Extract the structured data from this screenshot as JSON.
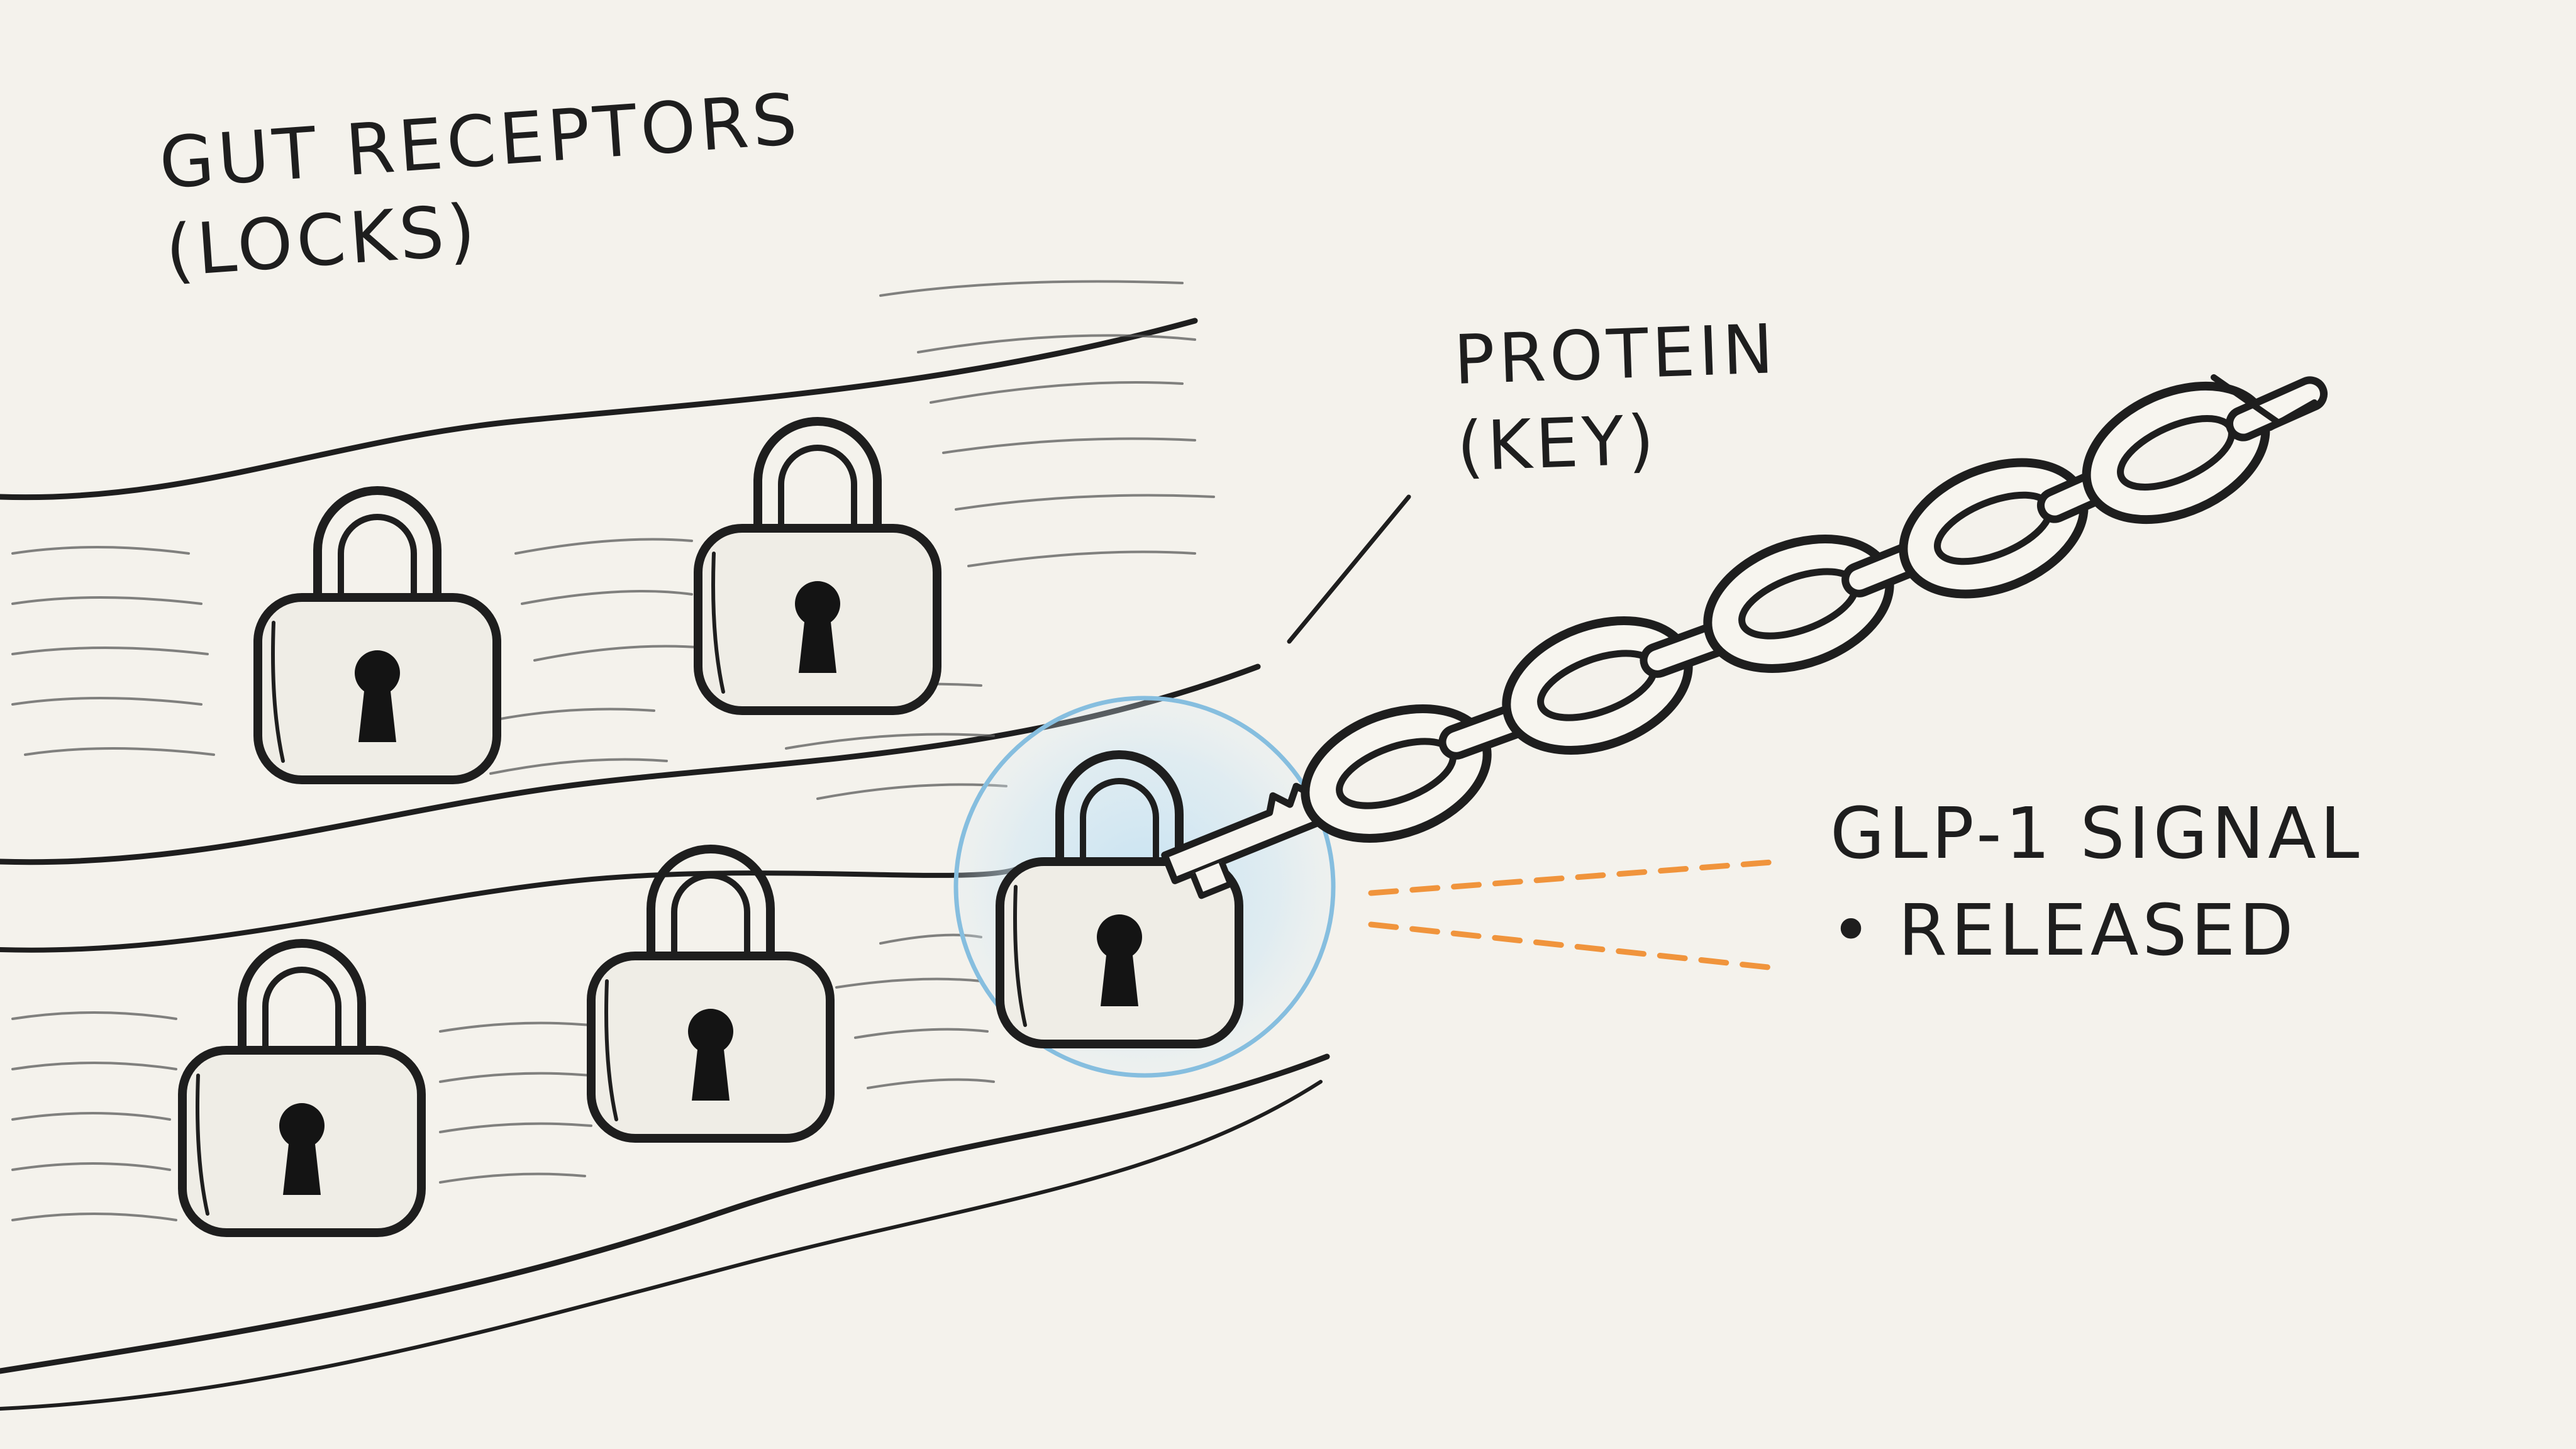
{
  "labels": {
    "gut_receptors": {
      "line1": "GUT RECEPTORS",
      "line2": "(LOCKS)"
    },
    "protein": {
      "line1": "PROTEIN",
      "line2": "(KEY)"
    },
    "glp1": {
      "line1": "GLP-1 SIGNAL",
      "bullet": "•",
      "line2": "RELEASED"
    }
  },
  "colors": {
    "ink": "#1e1e1e",
    "paper": "#f4f2ec",
    "highlight_blue": "#9ccbe6",
    "signal_orange": "#f0943c"
  },
  "icons": [
    "padlock-icon",
    "key-icon",
    "chain-icon"
  ]
}
